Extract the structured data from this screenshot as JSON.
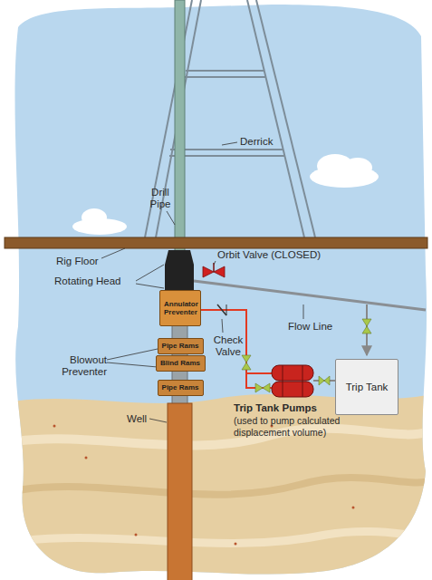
{
  "diagram": {
    "nodes": [
      {
        "text": [
          "Annulator Preventer"
        ]
      },
      {
        "text": [
          "Pipe Rams"
        ]
      },
      {
        "text": [
          "Blind Rams"
        ]
      },
      {
        "text": [
          "Pipe Rams"
        ]
      },
      {
        "text": [
          "Trip Tank"
        ]
      }
    ],
    "labels": [
      "Derrick",
      "Drill Pipe",
      "Rig Floor",
      "Orbit Valve (CLOSED)",
      "Rotating Head",
      "Check Valve",
      "Flow Line",
      "Blowout Preventer",
      "Well",
      "Trip Tank Pumps",
      "(used to pump calculated displacement volume)"
    ]
  }
}
